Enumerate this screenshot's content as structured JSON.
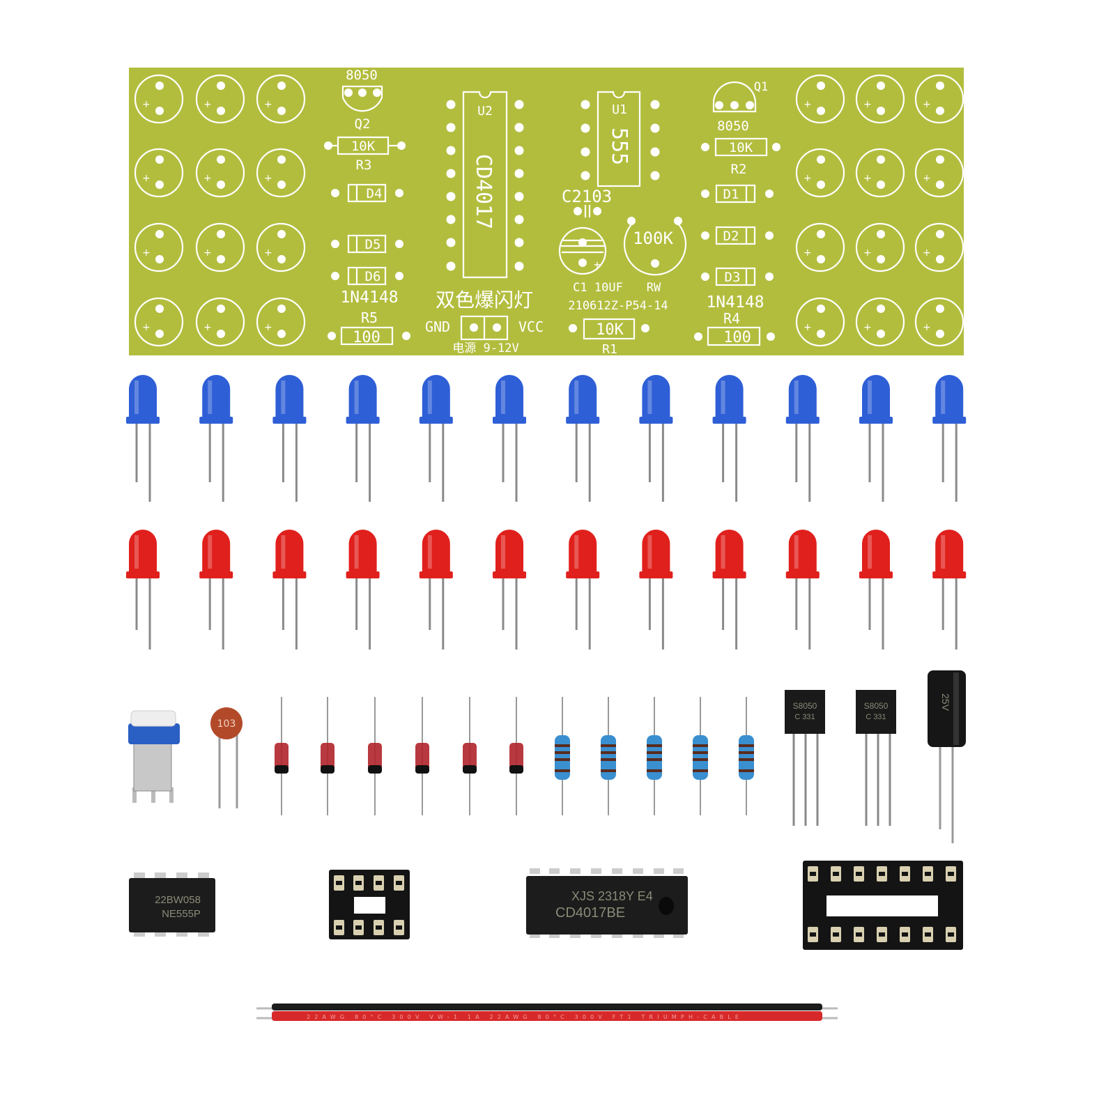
{
  "pcb": {
    "color": "#b2bd3e",
    "title_cn": "双色爆闪灯",
    "board_code": "210612Z-P54-14",
    "power_label_cn": "电源 9-12V",
    "gnd_label": "GND",
    "vcc_label": "VCC",
    "left": {
      "transistor_type": "8050",
      "transistor_ref": "Q2",
      "r3_value": "10K",
      "r3_ref": "R3",
      "d4": "D4",
      "d5": "D5",
      "d6": "D6",
      "diode_type": "1N4148",
      "r5_ref": "R5",
      "r5_value": "100"
    },
    "center": {
      "u2_ref": "U2",
      "u2_type": "CD4017",
      "u1_ref": "U1",
      "u1_type": "555",
      "c2_label": "C2103",
      "pot_value": "100K",
      "pot_ref": "RW",
      "c1_label": "C1  10UF",
      "r1_value": "10K",
      "r1_ref": "R1"
    },
    "right": {
      "transistor_ref": "Q1",
      "transistor_type": "8050",
      "r2_value": "10K",
      "r2_ref": "R2",
      "d1": "D1",
      "d2": "D2",
      "d3": "D3",
      "diode_type": "1N4148",
      "r4_ref": "R4",
      "r4_value": "100"
    }
  },
  "components": {
    "blue_leds": {
      "count": 12,
      "color": "#2f5fd6"
    },
    "red_leds": {
      "count": 12,
      "color": "#e0201c"
    },
    "ceramic_cap_label": "103",
    "diode_count": 6,
    "resistor_count": 5,
    "transistors": [
      {
        "line1": "S8050",
        "line2": "C 331"
      },
      {
        "line1": "S8050",
        "line2": "C 331"
      }
    ],
    "electrolytic_cap_label": "25V",
    "ne555": {
      "line1": "22BW058",
      "line2": "NE555P"
    },
    "cd4017": {
      "line1": "XJS 2318Y E4",
      "line2": "CD4017BE"
    },
    "wire_print": "22AWG 80°C 300V VW-1  1A  22AWG 80°C 300V FT1 TRIUMPH-CABLE"
  }
}
